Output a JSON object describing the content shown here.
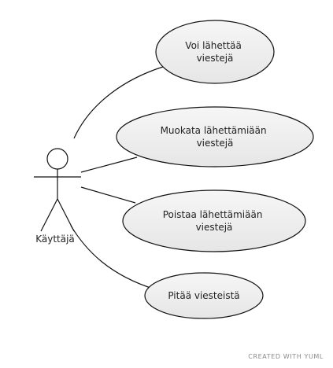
{
  "actor": {
    "label": "Käyttäjä"
  },
  "use_cases": [
    {
      "id": "uc1",
      "lines": [
        "Voi lähettää",
        "viestejä"
      ]
    },
    {
      "id": "uc2",
      "lines": [
        "Muokata lähettämiään",
        "viestejä"
      ]
    },
    {
      "id": "uc3",
      "lines": [
        "Poistaa lähettämiään",
        "viestejä"
      ]
    },
    {
      "id": "uc4",
      "lines": [
        "Pitää viesteistä"
      ]
    }
  ],
  "footer": {
    "text": "CREATED WITH YUML"
  },
  "colors": {
    "ellipse_fill": "#efefef",
    "stroke": "#111111",
    "footer": "#8a8a8a"
  }
}
